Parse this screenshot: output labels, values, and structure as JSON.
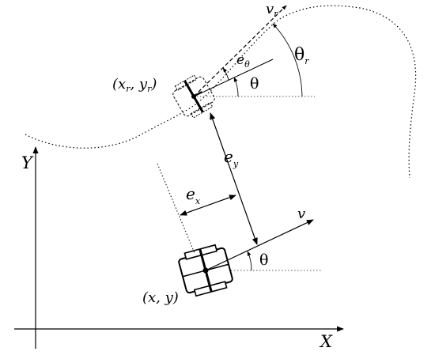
{
  "axes": {
    "x_label": "X",
    "y_label": "Y"
  },
  "labels": {
    "ref_pose": {
      "open": "(x",
      "sub_x": "r",
      "mid": ", y",
      "sub_y": "r",
      "close": ")"
    },
    "robot_pose": "(x, y)",
    "v_ref": {
      "main": "v",
      "sub": "r"
    },
    "v": "v",
    "theta_ref": {
      "main": "θ",
      "sub": "r"
    },
    "theta_at_ref": "θ",
    "theta_at_robot": "θ",
    "e_theta": {
      "main": "e",
      "sub": "θ"
    },
    "e_x": {
      "main": "e",
      "sub": "x"
    },
    "e_y": {
      "main": "e",
      "sub": "y"
    }
  },
  "colors": {
    "ink": "#000000",
    "grey_line": "#555555",
    "wheel": "#222222"
  }
}
